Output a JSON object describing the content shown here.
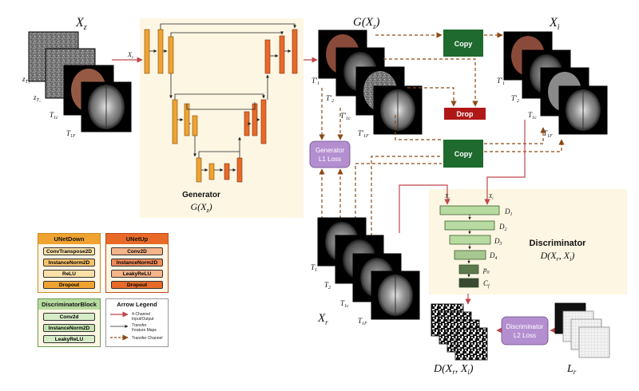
{
  "inputs": {
    "title": "X",
    "title_sub": "z",
    "labels": [
      {
        "main": "z",
        "sub": "T₁"
      },
      {
        "main": "z",
        "sub": "T₂"
      },
      {
        "main": "T",
        "sub": "1c"
      },
      {
        "main": "T",
        "sub": "1F"
      }
    ]
  },
  "generator": {
    "input_label": "X",
    "input_sub": "z",
    "name": "Generator",
    "formula": "G(X",
    "formula_sub": "z",
    "formula_end": ")"
  },
  "gxz": {
    "title": "G(X",
    "title_sub": "z",
    "title_end": ")",
    "labels": [
      {
        "main": "T′",
        "sub": "1"
      },
      {
        "main": "T′",
        "sub": "2"
      },
      {
        "main": "T′",
        "sub": "1c"
      },
      {
        "main": "T′",
        "sub": "1F"
      }
    ]
  },
  "xi": {
    "title": "X",
    "title_sub": "i",
    "labels": [
      {
        "main": "T′",
        "sub": "1"
      },
      {
        "main": "T′",
        "sub": "2"
      },
      {
        "main": "T",
        "sub": "1c"
      },
      {
        "main": "T",
        "sub": "1F"
      }
    ]
  },
  "buttons": {
    "copy_top": "Copy",
    "copy_mid": "Copy",
    "drop": "Drop"
  },
  "gen_loss": {
    "line1": "Generator",
    "line2": "L1 Loss"
  },
  "disc_loss": {
    "line1": "Discriminator",
    "line2": "L2 Loss"
  },
  "xr": {
    "title": "X",
    "title_sub": "r",
    "labels": [
      {
        "main": "T",
        "sub": "1"
      },
      {
        "main": "T",
        "sub": "2"
      },
      {
        "main": "T",
        "sub": "1c"
      },
      {
        "main": "T",
        "sub": "1F"
      }
    ]
  },
  "discriminator": {
    "name": "Discriminator",
    "formula": "D(X",
    "formula_r": "r",
    "formula_mid": ", X",
    "formula_i": "i",
    "formula_end": ")",
    "in_r": "X",
    "in_r_sub": "r",
    "in_i": "X",
    "in_i_sub": "i",
    "layers": [
      {
        "main": "D",
        "sub": "1"
      },
      {
        "main": "D",
        "sub": "2"
      },
      {
        "main": "D",
        "sub": "3"
      },
      {
        "main": "D",
        "sub": "4"
      },
      {
        "main": "p",
        "sub": "0"
      },
      {
        "main": "C",
        "sub": "f"
      }
    ]
  },
  "outputs": {
    "d_label": "D(X",
    "d_r": "r",
    "d_mid": ", X",
    "d_i": "i",
    "d_end": ")",
    "l_label": "L",
    "l_sub": "r"
  },
  "legend": {
    "unet_down": {
      "title": "UNetDown",
      "items": [
        "ConvTranspose2D",
        "InstanceNorm2D",
        "ReLU",
        "Dropout"
      ]
    },
    "unet_up": {
      "title": "UNetUp",
      "items": [
        "Conv2D",
        "InstanceNorm2D",
        "LeakyReLU",
        "Dropout"
      ]
    },
    "disc_block": {
      "title": "DiscriminatorBlock",
      "items": [
        "Conv2d",
        "InstanceNorm2D",
        "LeakyReLU"
      ]
    },
    "arrows": {
      "title": "Arrow Legend",
      "items": [
        {
          "line1": "4-Channel",
          "line2": "Input/Output"
        },
        {
          "line1": "Transfer",
          "line2": "Feature Maps"
        },
        {
          "line1": "Transfer Channel",
          "line2": ""
        }
      ]
    }
  },
  "colors": {
    "gen_bg": "#fdf6e3",
    "disc_bg": "#fdf6e3",
    "copy": "#1f6a2e",
    "drop": "#b01818",
    "loss": "#b48fd0",
    "red_arrow": "#c0474a",
    "brown_dash": "#8b4a14",
    "down_orange": "#f0a330",
    "up_orange": "#e86a28",
    "disc_green": "#b7dba0"
  }
}
